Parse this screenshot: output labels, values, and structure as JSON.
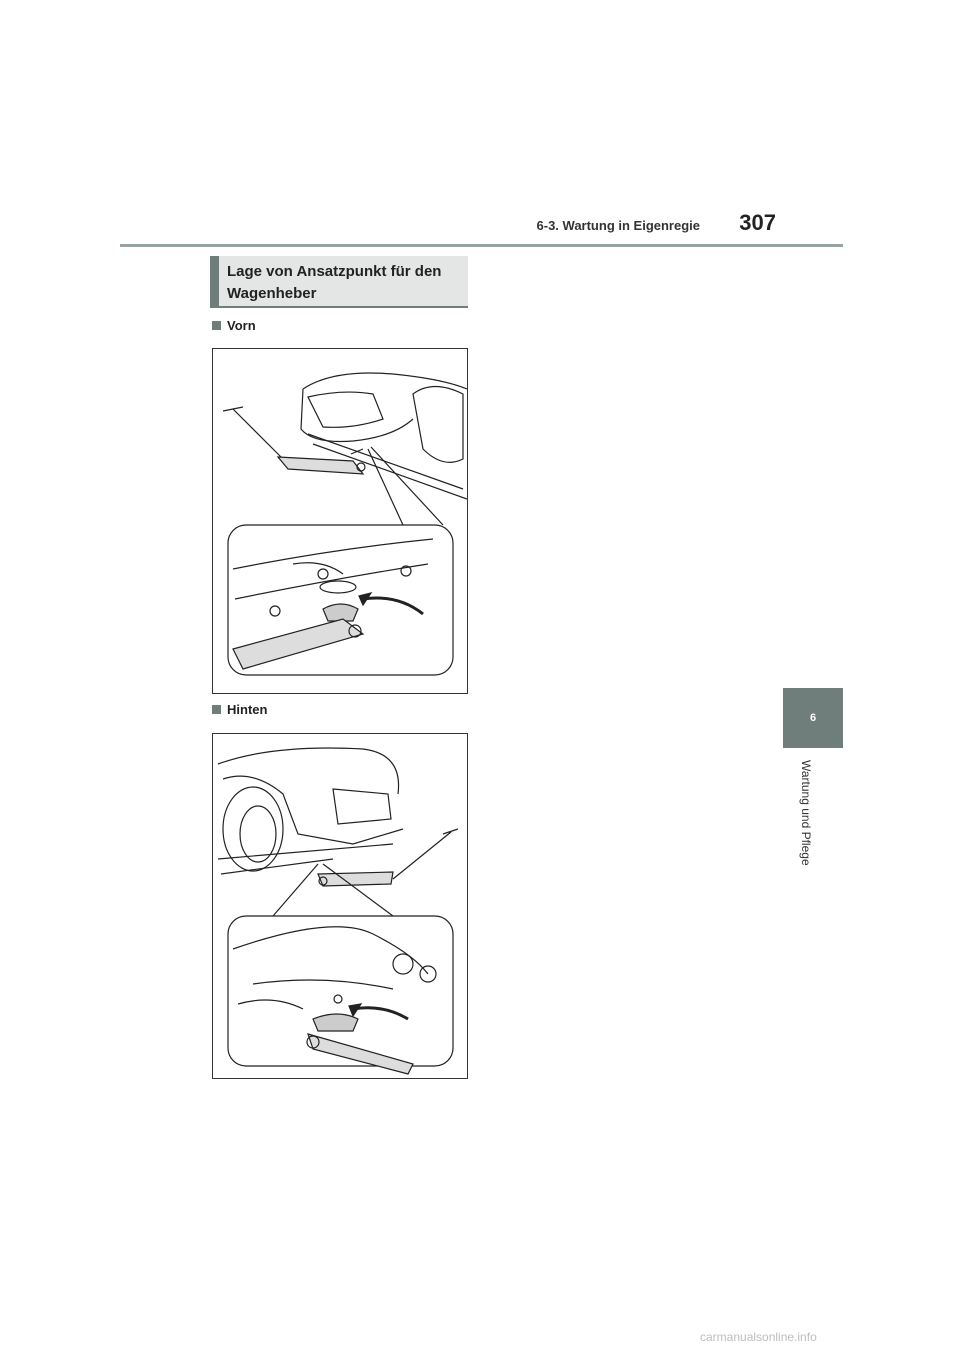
{
  "header": {
    "section_title": "6-3. Wartung in Eigenregie",
    "page_number": "307"
  },
  "chapter_tab": {
    "number": "6",
    "label": "Wartung und Pflege"
  },
  "section": {
    "title": "Lage von Ansatzpunkt für den Wagenheber"
  },
  "subsections": [
    {
      "heading": "Vorn"
    },
    {
      "heading": "Hinten"
    }
  ],
  "footer": {
    "brand": "carmanualsonline.info"
  },
  "colors": {
    "accent": "#6f7d7b",
    "box_bg": "#e4e6e6",
    "rule": "#9aa3a3"
  }
}
